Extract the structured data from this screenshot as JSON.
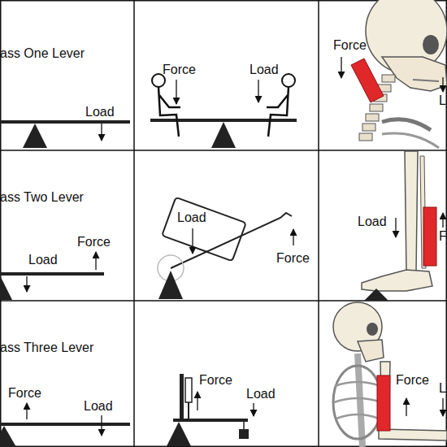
{
  "diagram": {
    "labels": [
      "ass One Lever",
      "Load",
      "Force",
      "Load",
      "Force",
      "L",
      "ass Two Lever",
      "Load",
      "Force",
      "Load",
      "Force",
      "Load",
      "F",
      "ass Three Lever",
      "Force",
      "Load",
      "Force",
      "Load",
      "Force",
      "L"
    ]
  }
}
